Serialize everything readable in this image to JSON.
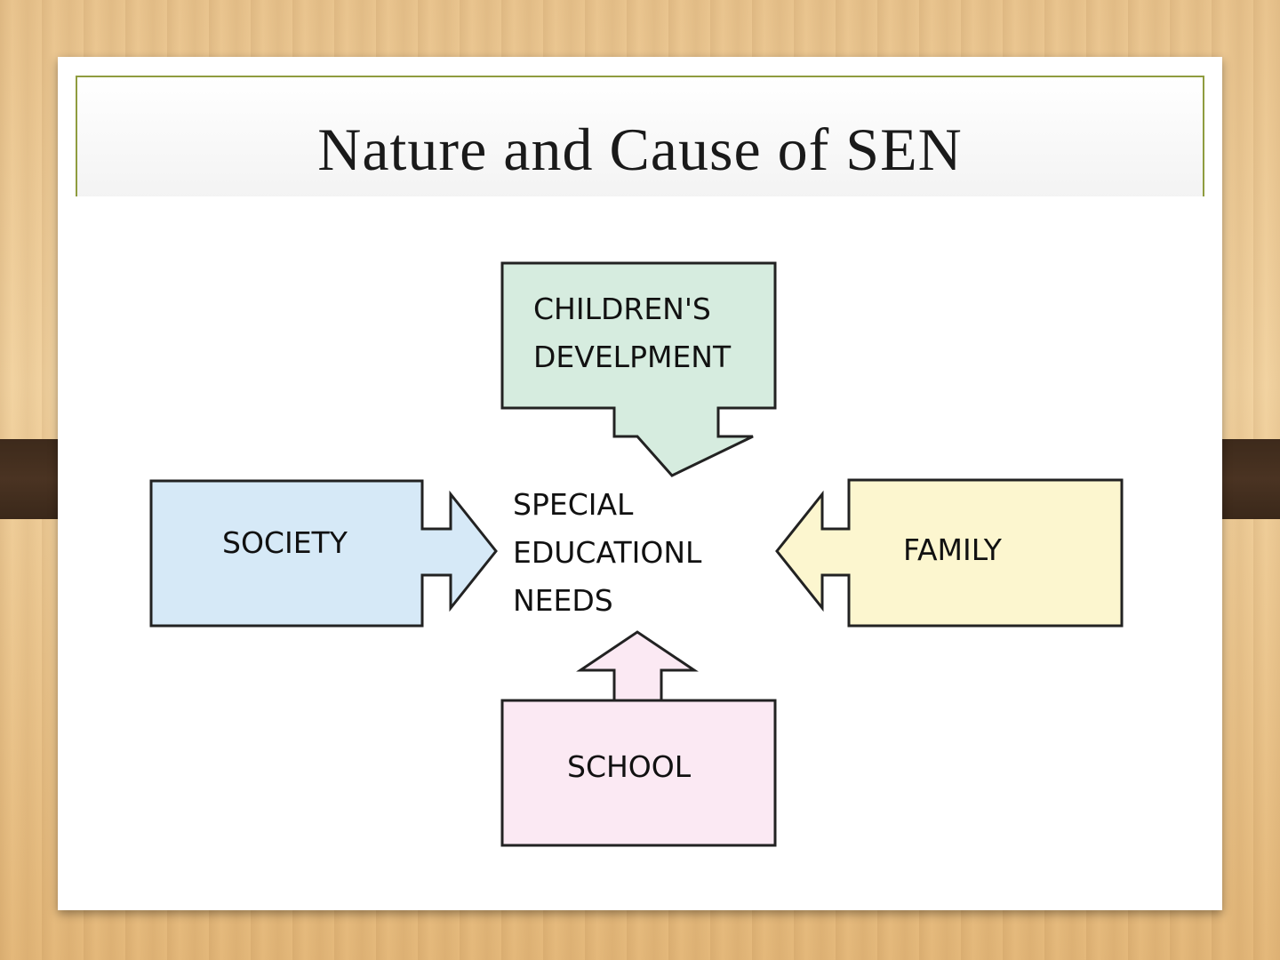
{
  "slide": {
    "title": "Nature and Cause of SEN"
  },
  "diagram": {
    "center": [
      "SPECIAL",
      "EDUCATIONL",
      "NEEDS"
    ],
    "nodes": {
      "top": {
        "lines": [
          "CHILDREN'S",
          "DEVELPMENT"
        ],
        "fill": "#d6ecdf"
      },
      "left": {
        "label": "SOCIETY",
        "fill": "#d6e9f7"
      },
      "right": {
        "label": "FAMILY",
        "fill": "#fcf6cf"
      },
      "bottom": {
        "label": "SCHOOL",
        "fill": "#fbe9f3"
      }
    },
    "colors": {
      "stroke": "#222222",
      "frame": "#8f9c3f"
    }
  }
}
